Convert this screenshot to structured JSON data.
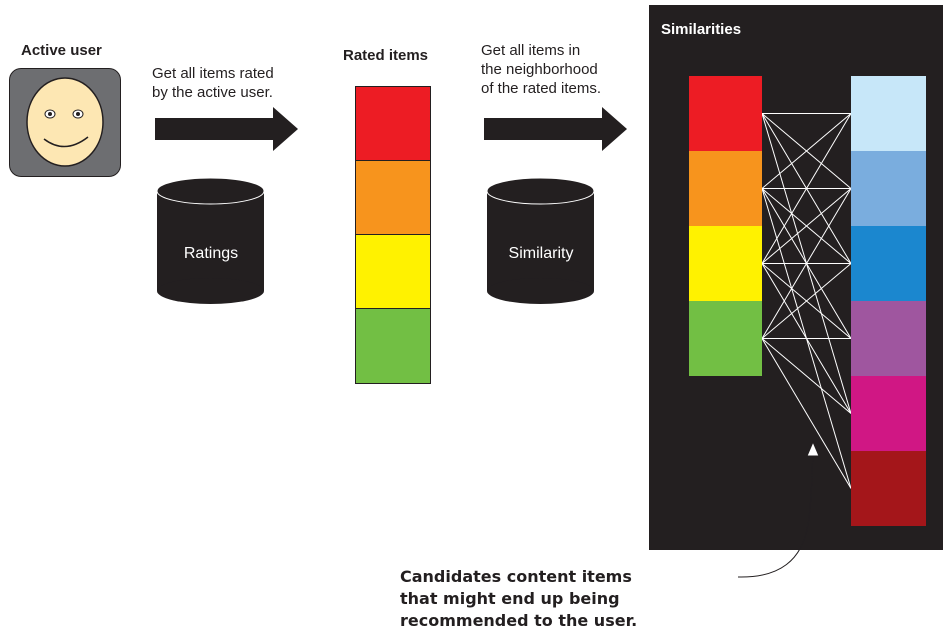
{
  "active_user": {
    "title": "Active user"
  },
  "step1": {
    "caption_line1": "Get all items rated",
    "caption_line2": "by the active user."
  },
  "ratings_db": {
    "label": "Ratings"
  },
  "rated_items": {
    "title": "Rated items",
    "colors": [
      "#ed1c24",
      "#f7941d",
      "#fff200",
      "#72bf44"
    ]
  },
  "step2": {
    "caption_line1": "Get all items in",
    "caption_line2": "the neighborhood",
    "caption_line3": "of the rated items."
  },
  "similarity_db": {
    "label": "Similarity"
  },
  "similarities_panel": {
    "title": "Similarities",
    "left_colors": [
      "#ed1c24",
      "#f7941d",
      "#fff200",
      "#72bf44"
    ],
    "right_colors": [
      "#c7e7f9",
      "#7aadde",
      "#1b87cf",
      "#9f569f",
      "#d01784",
      "#a4161a"
    ]
  },
  "candidates_note": {
    "line1": "Candidates content items",
    "line2": "that might end up being",
    "line3": "recommended to the user."
  },
  "colors": {
    "panel_background": "#231f20",
    "arrow": "#231f20",
    "cylinder": "#231f20",
    "face": "#fde7b3",
    "user_box": "#6d6e71"
  }
}
